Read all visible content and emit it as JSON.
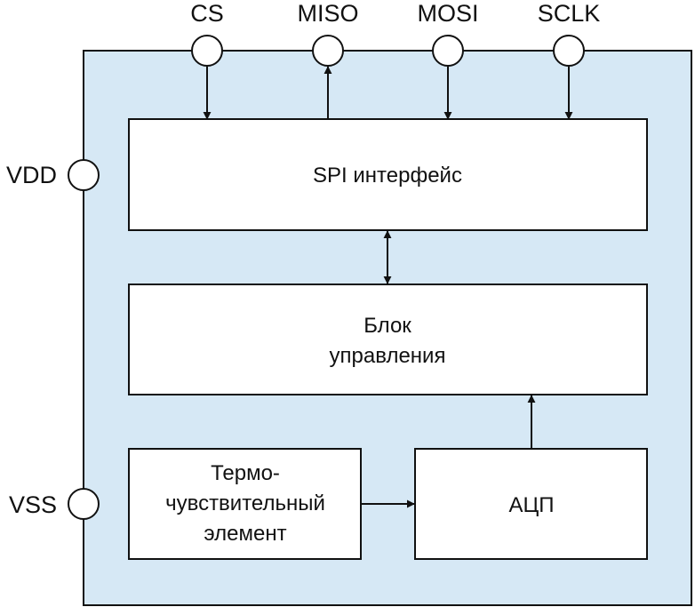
{
  "colors": {
    "chip_fill": "#d6e8f5",
    "stroke": "#111111",
    "block_fill": "#ffffff"
  },
  "top_pins": [
    "CS",
    "MISO",
    "MOSI",
    "SCLK"
  ],
  "left_pins": [
    "VDD",
    "VSS"
  ],
  "blocks": {
    "spi": "SPI интерфейс",
    "control_line1": "Блок",
    "control_line2": "управления",
    "sensor_line1": "Термо-",
    "sensor_line2": "чувствительный",
    "sensor_line3": "элемент",
    "adc": "АЦП"
  }
}
